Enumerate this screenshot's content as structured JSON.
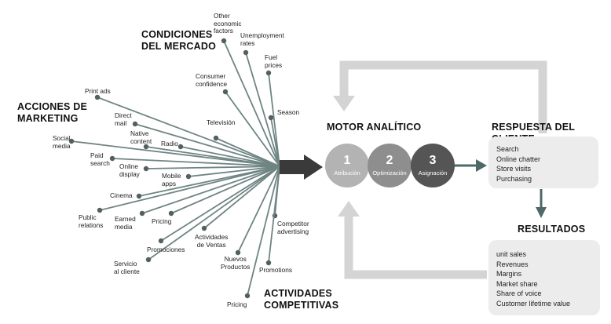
{
  "headings": {
    "market_conditions": "CONDICIONES\nDEL MERCADO",
    "marketing_actions": "ACCIONES DE\nMARKETING",
    "competitive_activities": "ACTIVIDADES\nCOMPETITIVAS",
    "analytic_engine": "MOTOR ANALÍTICO",
    "customer_response": "RESPUESTA DEL CLIENTE",
    "results": "RESULTADOS"
  },
  "factors": {
    "other_economic": "Other\neconomic\nfactors",
    "unemployment": "Unemployment\nrates",
    "fuel_prices": "Fuel\nprices",
    "consumer_confidence": "Consumer\nconfidence",
    "season": "Season",
    "television": "Televisión",
    "print_ads": "Print ads",
    "direct_mail": "Direct\nmail",
    "native_content": "Native\ncontent",
    "radio": "Radio",
    "social_media": "Social\nmedia",
    "paid_search": "Paid\nsearch",
    "online_display": "Online\ndisplay",
    "mobile_apps": "Mobile\napps",
    "cinema": "Cinema",
    "public_relations": "Public\nrelations",
    "earned_media": "Earned\nmedia",
    "pricing_marketing": "Pricing",
    "competitor_advertising": "Competitor\nadvertising",
    "sales_activities": "Actividades\nde Ventas",
    "promociones": "Promociones",
    "customer_service": "Servicio\nal cliente",
    "new_products": "Nuevos\nProductos",
    "promotions": "Promotions",
    "pricing_competitive": "Pricing"
  },
  "engine_steps": [
    {
      "number": "1",
      "label": "Atribución",
      "color": "#b3b3b3"
    },
    {
      "number": "2",
      "label": "Optimización",
      "color": "#8e8e8e"
    },
    {
      "number": "3",
      "label": "Asignación",
      "color": "#555555"
    }
  ],
  "customer_response_items": [
    "Search",
    "Online chatter",
    "Store visits",
    "Purchasing"
  ],
  "results_items": [
    "unit sales",
    "Revenues",
    "Margins",
    "Market share",
    "Share of voice",
    "Customer lifetime value"
  ],
  "colors": {
    "spoke_line": "#6f8583",
    "dot": "#52605f",
    "big_arrow": "#3a3a3a",
    "teal_arrow": "#4f6968",
    "feedback_arrow": "#d4d4d4",
    "box_bg": "#ececec"
  }
}
